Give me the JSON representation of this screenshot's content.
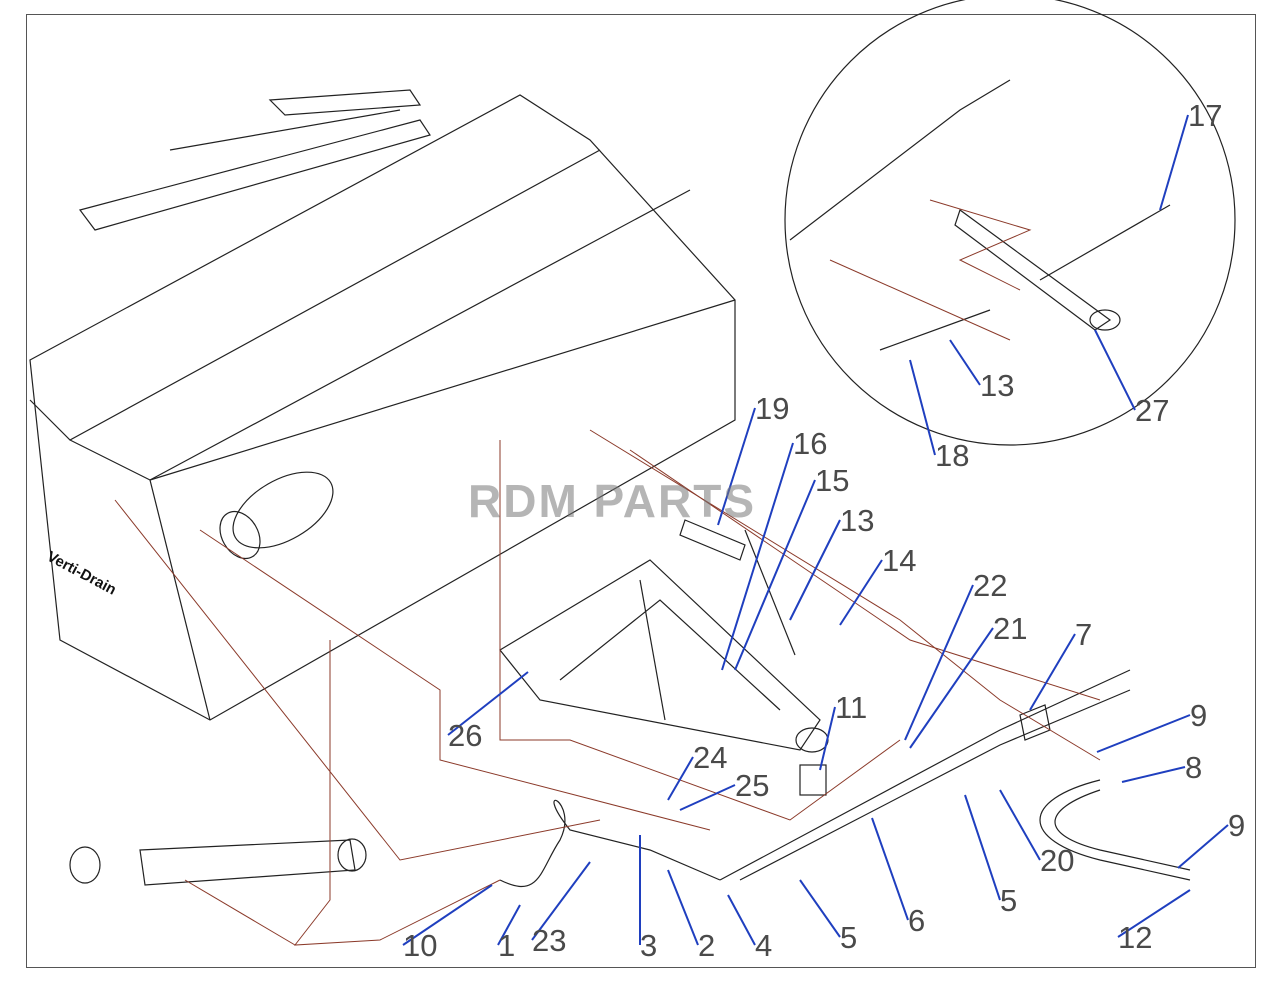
{
  "diagram": {
    "brand_text": "Verti-Drain",
    "watermark": "RDM PARTS",
    "part_labels": [
      "17",
      "13",
      "27",
      "18",
      "19",
      "16",
      "15",
      "13",
      "14",
      "22",
      "21",
      "7",
      "11",
      "9",
      "8",
      "26",
      "24",
      "25",
      "20",
      "5",
      "9",
      "6",
      "5",
      "4",
      "2",
      "3",
      "23",
      "1",
      "10",
      "12"
    ],
    "colors": {
      "line": "#222222",
      "leader": "#8b3a2a",
      "arrow": "#1f3fbf"
    }
  }
}
